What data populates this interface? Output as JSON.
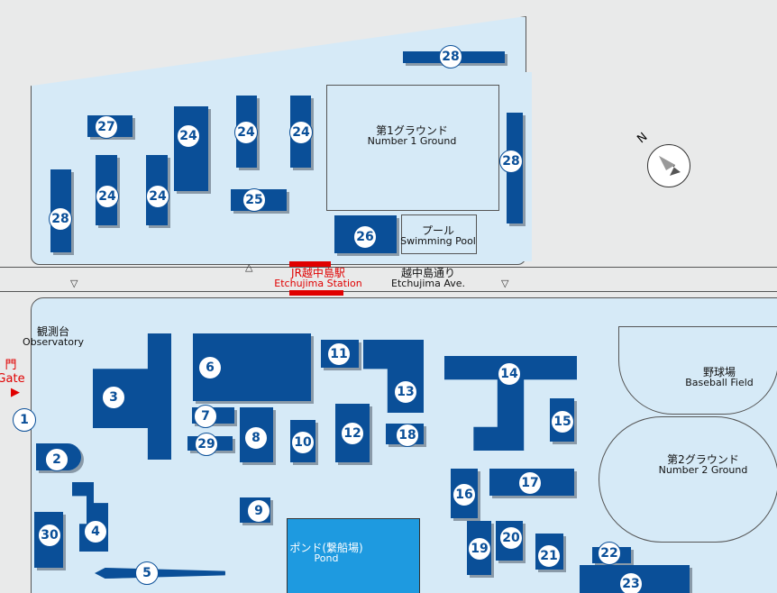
{
  "labels": {
    "ground1_jp": "第1グラウンド",
    "ground1_en": "Number 1 Ground",
    "pool_jp": "プール",
    "pool_en": "Swimming Pool",
    "station_jp": "JR越中島駅",
    "station_en": "Etchujima Station",
    "avenue_jp": "越中島通り",
    "avenue_en": "Etchujima Ave.",
    "observatory_jp": "観測台",
    "observatory_en": "Observatory",
    "gate_jp": "門",
    "gate_en": "Gate",
    "baseball_jp": "野球場",
    "baseball_en": "Baseball Field",
    "ground2_jp": "第2グラウンド",
    "ground2_en": "Number 2 Ground",
    "pond_jp": "ポンド(繋船場)",
    "pond_en": "Pond",
    "compass": "N"
  },
  "buildings": [
    "28",
    "27",
    "24",
    "24",
    "24",
    "24",
    "24",
    "25",
    "28",
    "28",
    "26",
    "6",
    "3",
    "11",
    "13",
    "14",
    "15",
    "7",
    "29",
    "8",
    "10",
    "12",
    "18",
    "2",
    "1",
    "16",
    "17",
    "9",
    "30",
    "4",
    "5",
    "19",
    "20",
    "21",
    "22",
    "23"
  ],
  "colors": {
    "building": "#0a4f98",
    "campus": "#d6eaf7",
    "station": "#e00000",
    "pond": "#1e9ae0"
  }
}
